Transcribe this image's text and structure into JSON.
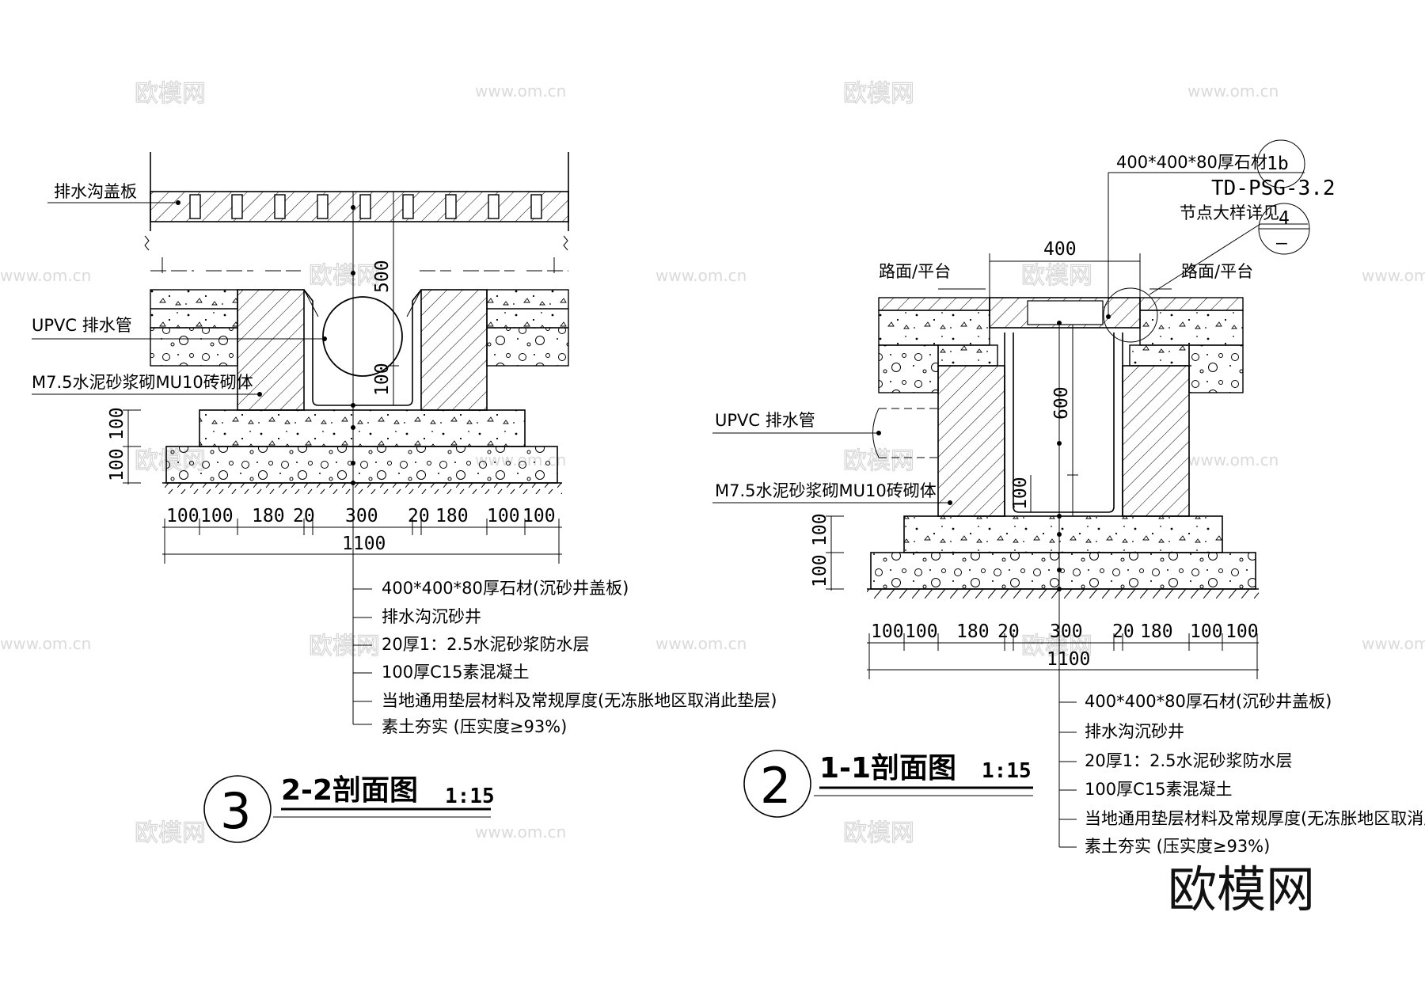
{
  "watermarks": {
    "logo": "欧模网",
    "site": "www.om.cn"
  },
  "brand": "欧模网",
  "section_left": {
    "title": "2-2剖面图",
    "scale": "1:15",
    "number": "3",
    "labels": {
      "cover_plate": "排水沟盖板",
      "upvc": "UPVC 排水管",
      "masonry": "M7.5水泥砂浆砌MU10砖砌体"
    },
    "dims": {
      "h500": "500",
      "h100": "100",
      "left_v": [
        "100",
        "100"
      ],
      "bottom": [
        "100",
        "100",
        "180",
        "20",
        "300",
        "20",
        "180",
        "100",
        "100"
      ],
      "total": "1100"
    },
    "notes": [
      "400*400*80厚石材(沉砂井盖板)",
      "排水沟沉砂井",
      "20厚1：2.5水泥砂浆防水层",
      "100厚C15素混凝土",
      "当地通用垫层材料及常规厚度(无冻胀地区取消此垫层)",
      "素土夯实 (压实度≥93%)"
    ]
  },
  "section_right": {
    "title": "1-1剖面图",
    "scale": "1:15",
    "number": "2",
    "labels": {
      "stone": "400*400*80厚石材",
      "detail": "节点大样详见",
      "ref_top": "1b",
      "ref_code": "TD-PSG-3.2",
      "ref2_top": "4",
      "ref2_bottom": "—",
      "road_left": "路面/平台",
      "road_right": "路面/平台",
      "upvc": "UPVC 排水管",
      "masonry": "M7.5水泥砂浆砌MU10砖砌体"
    },
    "dims": {
      "w400": "400",
      "h600": "600",
      "h100": "100",
      "left_v": [
        "100",
        "100"
      ],
      "bottom": [
        "100",
        "100",
        "180",
        "20",
        "300",
        "20",
        "180",
        "100",
        "100"
      ],
      "total": "1100"
    },
    "notes": [
      "400*400*80厚石材(沉砂井盖板)",
      "排水沟沉砂井",
      "20厚1：2.5水泥砂浆防水层",
      "100厚C15素混凝土",
      "当地通用垫层材料及常规厚度(无冻胀地区取消此垫层)",
      "素土夯实 (压实度≥93%)"
    ]
  }
}
